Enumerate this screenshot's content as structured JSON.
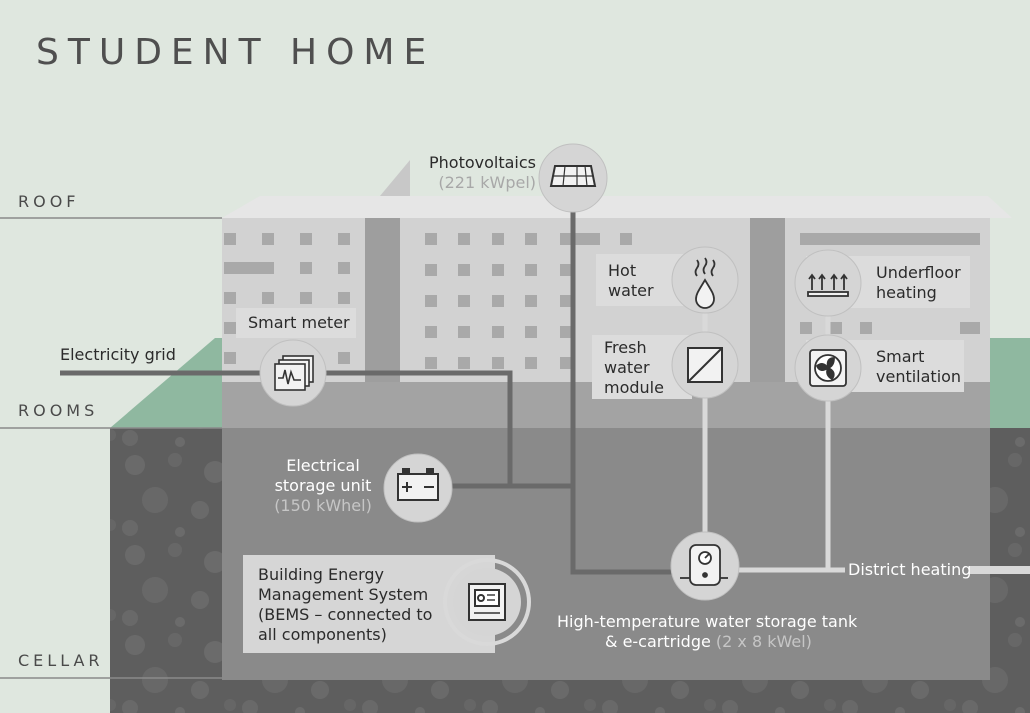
{
  "title": "STUDENT HOME",
  "levels": {
    "roof": "ROOF",
    "rooms": "ROOMS",
    "cellar": "CELLAR"
  },
  "components": {
    "photovoltaics": {
      "label": "Photovoltaics",
      "detail": "(221 kWpel)",
      "icon": "solar-panel-icon"
    },
    "hot_water": {
      "label_lines": [
        "Hot",
        "water"
      ],
      "icon": "water-drop-steam-icon"
    },
    "underfloor_heating": {
      "label_lines": [
        "Underfloor",
        "heating"
      ],
      "icon": "floor-heat-icon"
    },
    "smart_meter": {
      "label": "Smart meter",
      "icon": "smart-meter-icon"
    },
    "electricity_grid": {
      "label": "Electricity grid"
    },
    "fresh_water_module": {
      "label_lines": [
        "Fresh",
        "water",
        "module"
      ],
      "icon": "heat-exchanger-icon"
    },
    "smart_ventilation": {
      "label_lines": [
        "Smart",
        "ventilation"
      ],
      "icon": "fan-icon"
    },
    "electrical_storage": {
      "label_lines": [
        "Electrical",
        "storage unit"
      ],
      "detail": "(150 kWhel)",
      "icon": "battery-icon"
    },
    "bems": {
      "label_lines": [
        "Building Energy",
        "Management System",
        "(BEMS – connected to",
        "all components)"
      ],
      "icon": "control-unit-icon"
    },
    "storage_tank": {
      "label_line1": "High-temperature water storage tank",
      "label_line2": "& e-cartridge",
      "detail": "(2 x 8 kWel)",
      "icon": "boiler-icon"
    },
    "district_heating": {
      "label": "District heating"
    }
  },
  "colors": {
    "sky": "#dfe7df",
    "grass": "#8fb8a0",
    "cellar": "#5f5f5f",
    "building_front": "#cfcfcf",
    "building_top": "#e1e1e1",
    "icon_circle": "#d4d4d4"
  }
}
